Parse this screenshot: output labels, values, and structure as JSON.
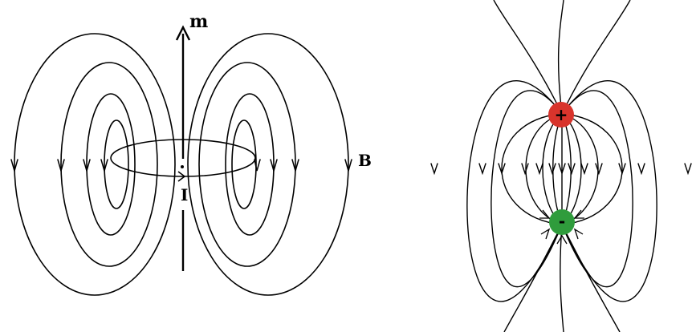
{
  "left_diagram": {
    "moment_label": "m",
    "current_label": "I",
    "field_label": "B"
  },
  "right_diagram": {
    "positive_charge": {
      "label": "+",
      "color": "#d8342c"
    },
    "negative_charge": {
      "label": "-",
      "color": "#2f9c3c"
    }
  },
  "colors": {
    "line": "#000000",
    "background": "#ffffff"
  }
}
